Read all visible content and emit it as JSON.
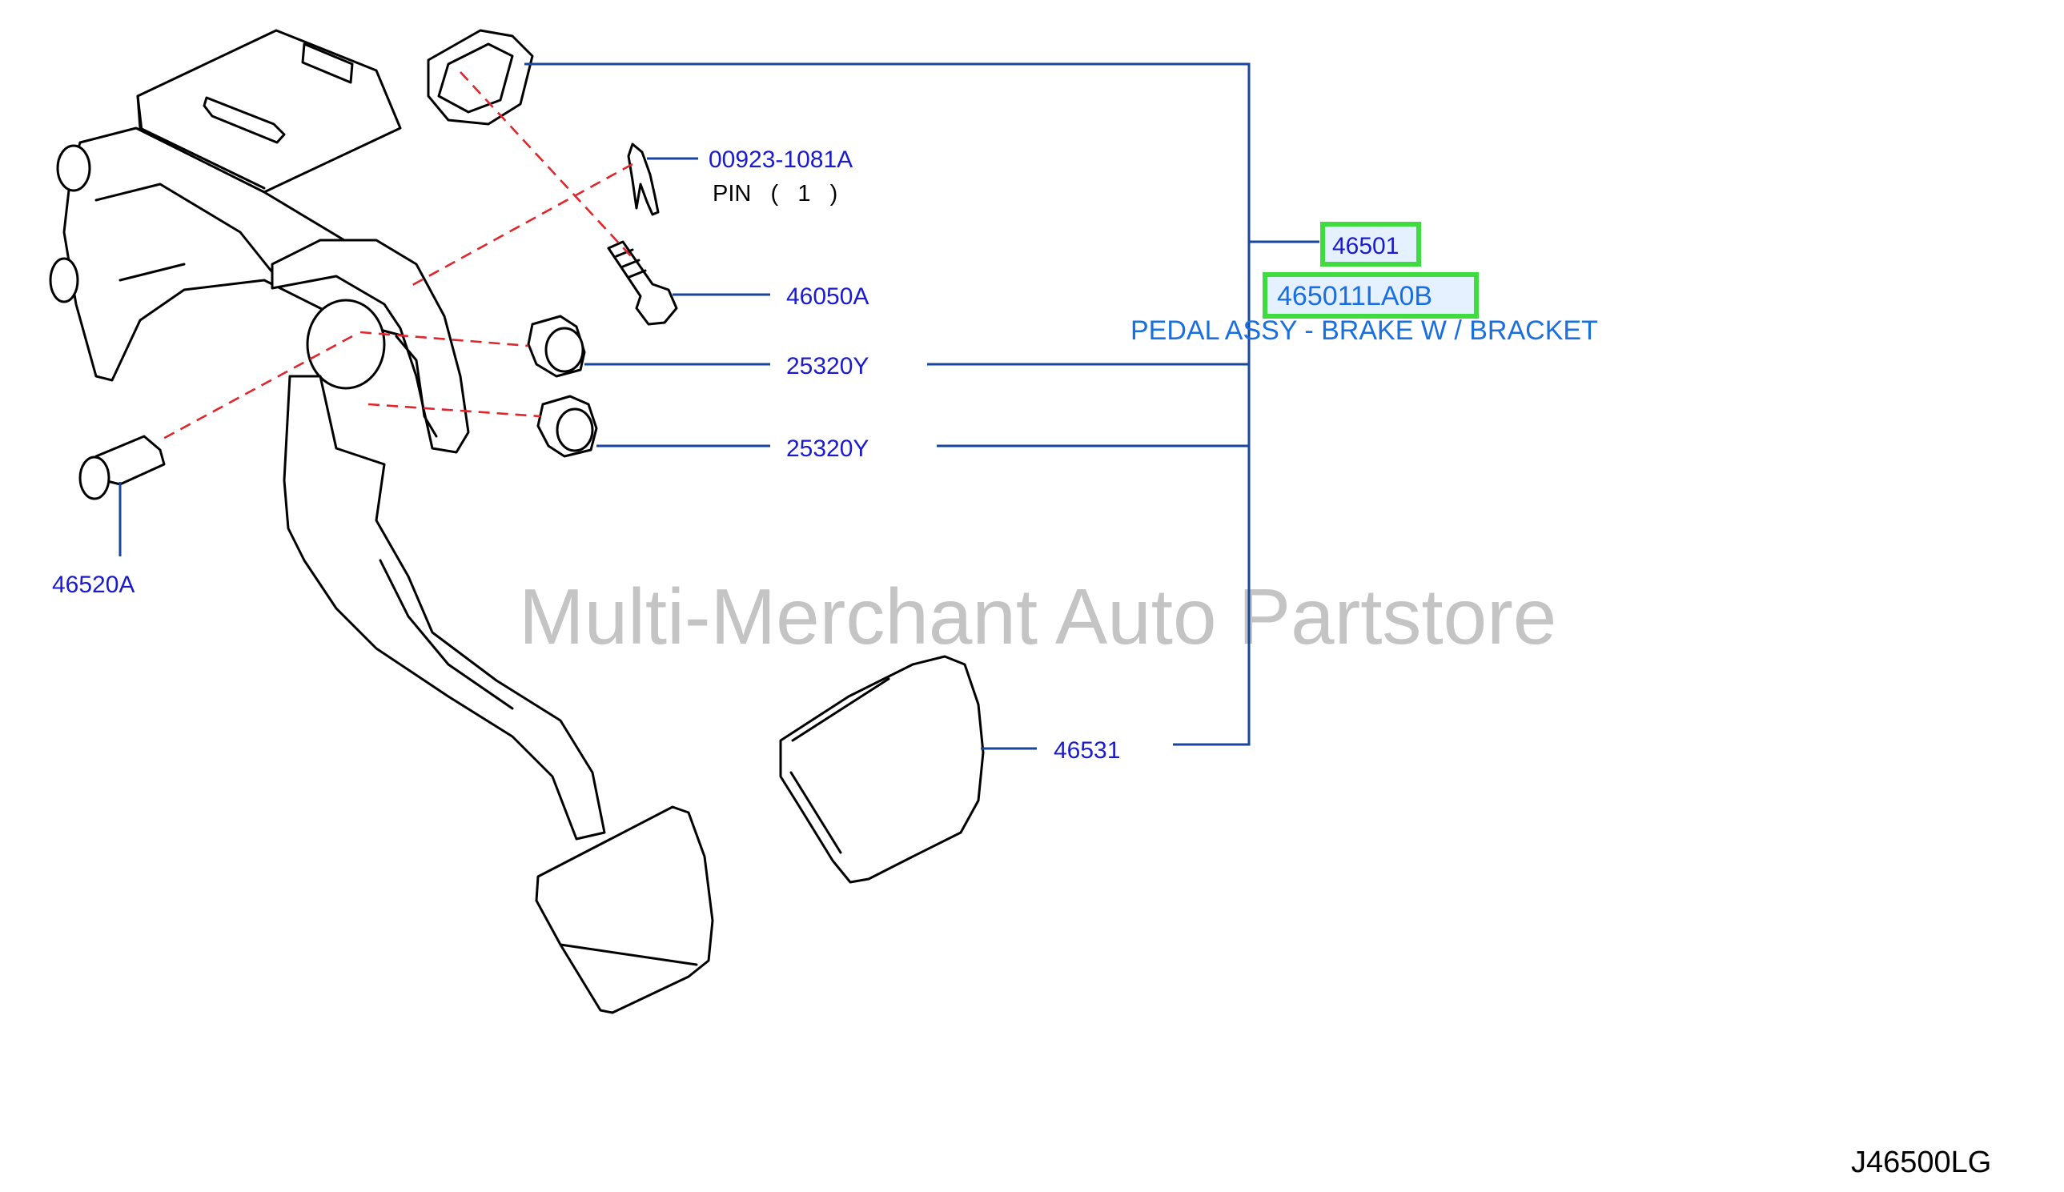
{
  "diagram_code": "J46500LG",
  "watermark": "Multi-Merchant Auto Partstore",
  "assembly": {
    "part_number": "46501",
    "oem_number": "465011LA0B",
    "description": "PEDAL ASSY - BRAKE W / BRACKET"
  },
  "parts": [
    {
      "code": "00923-1081A",
      "note": "PIN   (   1   )"
    },
    {
      "code": "46050A"
    },
    {
      "code": "25320Y"
    },
    {
      "code": "25320Y"
    },
    {
      "code": "46520A"
    },
    {
      "code": "46531"
    }
  ],
  "colors": {
    "part_label": "#1a1ad0",
    "description": "#1a6fe0",
    "leader_line": "#17469c",
    "dashed_guide": "#e0262a",
    "highlight_border": "#3fdc3f",
    "watermark": "#c4c4c4"
  }
}
